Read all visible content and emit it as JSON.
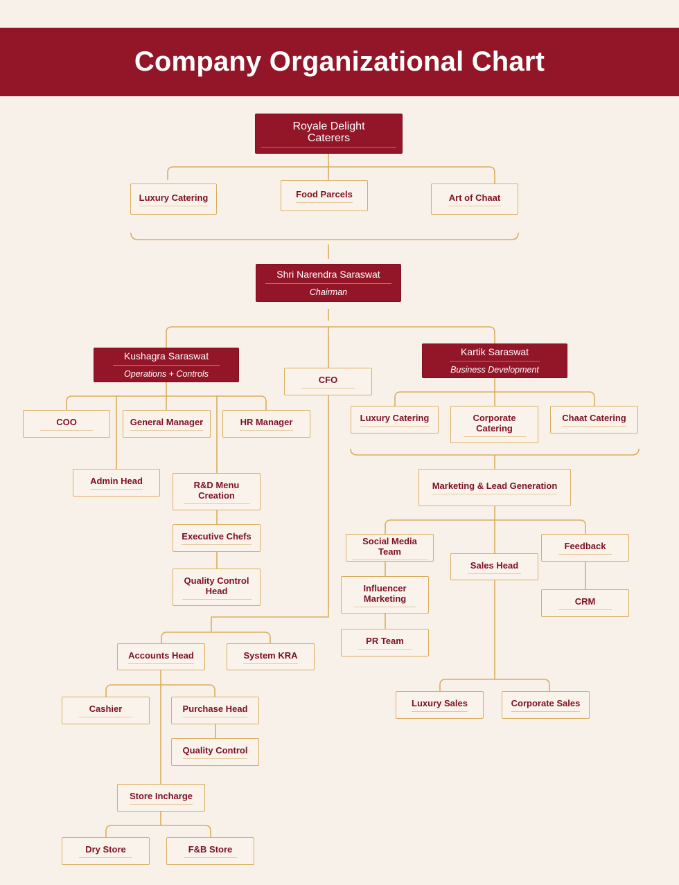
{
  "header": {
    "title": "Company Organizational Chart"
  },
  "company": {
    "name": "Royale Delight Caterers"
  },
  "divisions": [
    {
      "label": "Luxury Catering"
    },
    {
      "label": "Food Parcels"
    },
    {
      "label": "Art of Chaat"
    }
  ],
  "chairman": {
    "name": "Shri Narendra Saraswat",
    "role": "Chairman"
  },
  "ops": {
    "name": "Kushagra Saraswat",
    "role": "Operations + Controls",
    "coo": "COO",
    "general_manager": "General Manager",
    "hr_manager": "HR Manager",
    "admin_head": "Admin Head",
    "rnd": "R&D Menu Creation",
    "executive_chefs": "Executive Chefs",
    "quality_control_head": "Quality Control Head"
  },
  "cfo": {
    "label": "CFO",
    "accounts_head": "Accounts Head",
    "system_kra": "System KRA",
    "cashier": "Cashier",
    "purchase_head": "Purchase Head",
    "quality_control": "Quality Control",
    "store_incharge": "Store Incharge",
    "dry_store": "Dry Store",
    "fb_store": "F&B Store"
  },
  "bizdev": {
    "name": "Kartik Saraswat",
    "role": "Business Development",
    "luxury_catering": "Luxury Catering",
    "corporate_catering": "Corporate Catering",
    "chaat_catering": "Chaat Catering",
    "marketing": "Marketing & Lead Generation",
    "social_media": "Social Media Team",
    "influencer": "Influencer Marketing",
    "pr_team": "PR Team",
    "sales_head": "Sales Head",
    "feedback": "Feedback",
    "crm": "CRM",
    "luxury_sales": "Luxury Sales",
    "corporate_sales": "Corporate Sales"
  }
}
